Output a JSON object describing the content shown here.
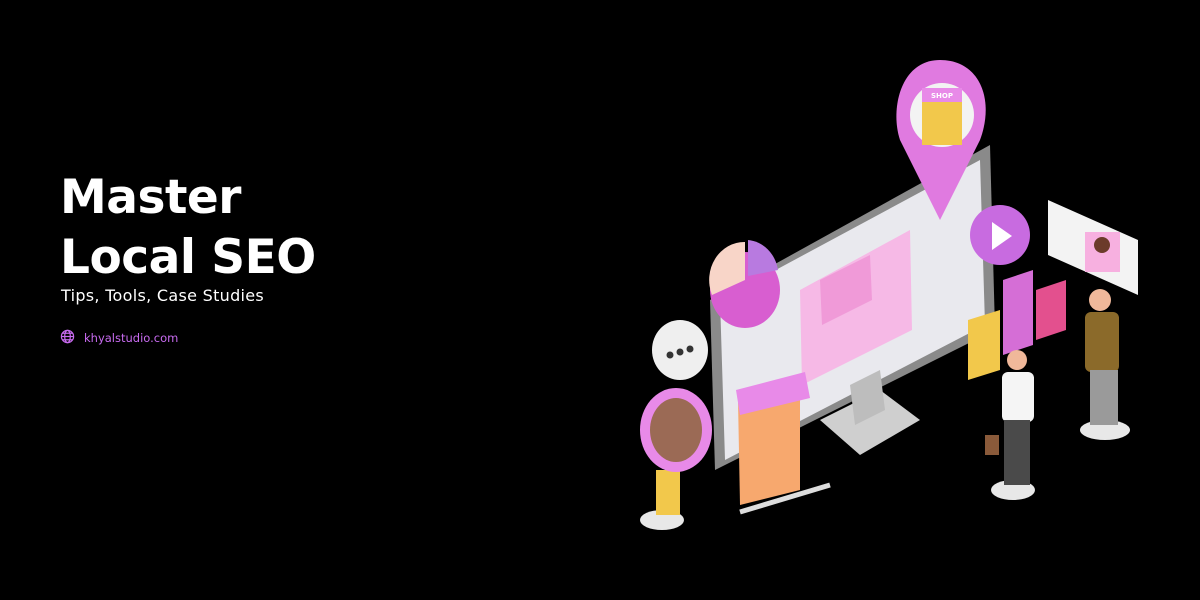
{
  "banner": {
    "title_line1": "Master",
    "title_line2": "Local SEO",
    "subtitle": "Tips, Tools, Case Studies",
    "website": "khyalstudio.com",
    "website_icon": "globe-icon",
    "shop_sign": "SHOP"
  },
  "colors": {
    "background": "#000000",
    "accent": "#c86bf0",
    "pink": "#e88ae8",
    "yellow": "#f2c84b"
  }
}
